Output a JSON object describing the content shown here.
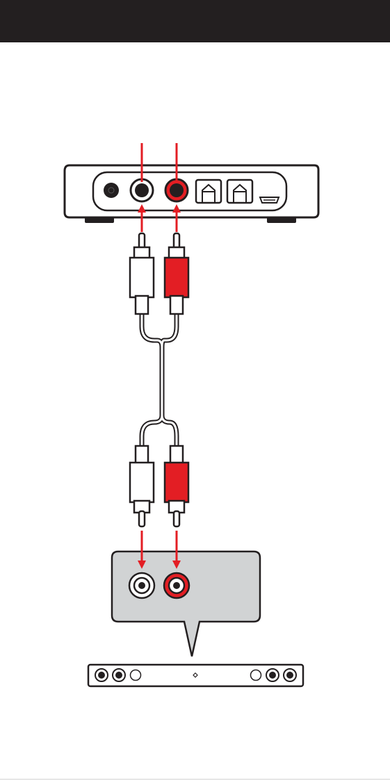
{
  "header": {
    "title": ""
  },
  "colors": {
    "header_bg": "#231f20",
    "outline": "#231f20",
    "red": "#e31e24",
    "panel_gray": "#d1d3d4",
    "white": "#ffffff"
  },
  "diagram": {
    "source_device": {
      "ports": [
        "aux-jack",
        "rca-left-white",
        "rca-right-red",
        "optical-1",
        "optical-2",
        "micro-usb"
      ]
    },
    "cable": {
      "type": "rca-to-rca",
      "ends": [
        "white",
        "red"
      ]
    },
    "target_device": {
      "highlighted_ports": [
        "rca-white",
        "rca-red"
      ]
    }
  }
}
